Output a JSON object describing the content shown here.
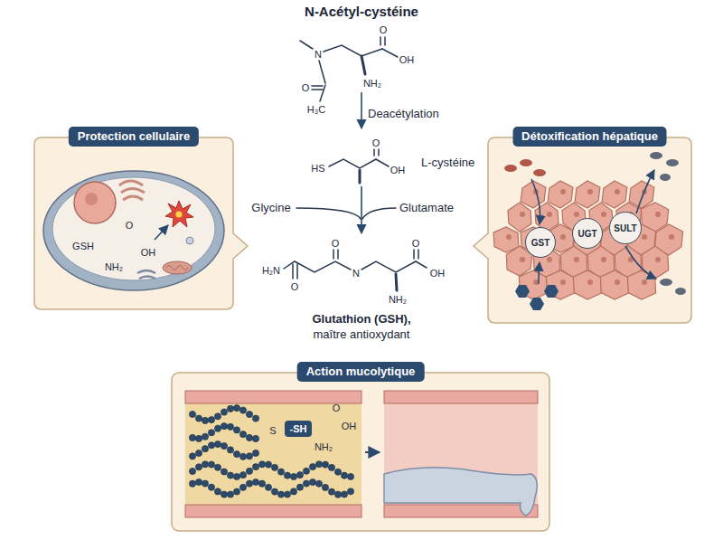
{
  "diagram": {
    "nodes": [
      {
        "text": [
          "Protection cellulaire"
        ]
      },
      {
        "text": [
          "Détoxification hépatique"
        ]
      },
      {
        "text": [
          "GST"
        ],
        "in": 1
      },
      {
        "text": [
          "UGT"
        ],
        "in": 1
      },
      {
        "text": [
          "SULT"
        ],
        "in": 1
      },
      {
        "text": [
          "Action mucolytique"
        ]
      },
      {
        "text": [
          "-SH"
        ],
        "in": 5
      }
    ],
    "labels": [
      "N-Acétyl-cystéine",
      "N",
      "O",
      "OH",
      "NH₂",
      "O",
      "H₃C",
      "Deacétylation",
      "HS",
      "O",
      "OH",
      "L-cystéine",
      "Glycine",
      "Glutamate",
      "H₂N",
      "O",
      "O",
      "N",
      "O",
      "OH",
      "NH₂",
      "Glutathion (GSH),",
      "maître antioxydant",
      "GSH",
      "O",
      "OH",
      "NH₂",
      "S",
      "O",
      "OH",
      "NH₂"
    ]
  }
}
